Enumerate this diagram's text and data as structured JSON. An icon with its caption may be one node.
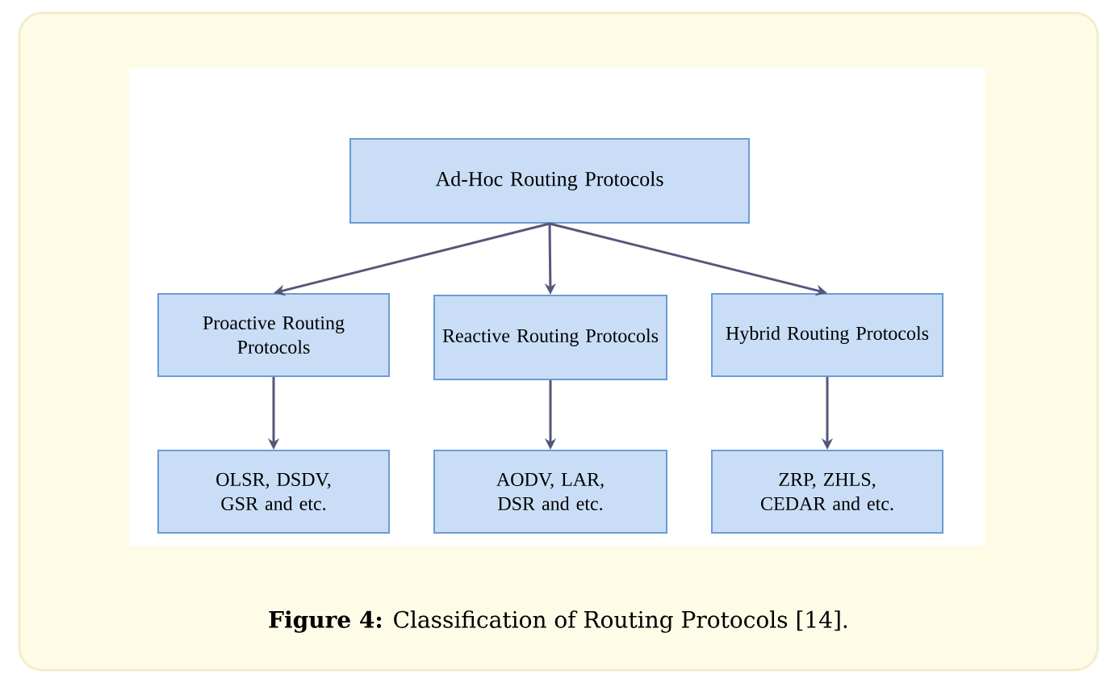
{
  "diagram": {
    "caption": "**Figure 4:** Classification of Routing Protocols [14].",
    "nodes": [
      {
        "text": [
          "Ad-Hoc Routing Protocols"
        ]
      },
      {
        "text": [
          "Proactive Routing Protocols"
        ]
      },
      {
        "text": [
          "Reactive Routing Protocols"
        ]
      },
      {
        "text": [
          "Hybrid Routing Protocols"
        ]
      },
      {
        "text": [
          "OLSR, DSDV, GSR and etc."
        ]
      },
      {
        "text": [
          "AODV, LAR, DSR and etc."
        ]
      },
      {
        "text": [
          "ZRP, ZHLS, CEDAR and etc."
        ]
      }
    ],
    "edges": [
      {
        "from": 0,
        "to": 1,
        "arrow": "to"
      },
      {
        "from": 0,
        "to": 2,
        "arrow": "to"
      },
      {
        "from": 0,
        "to": 3,
        "arrow": "to"
      },
      {
        "from": 1,
        "to": 4,
        "arrow": "to"
      },
      {
        "from": 2,
        "to": 5,
        "arrow": "to"
      },
      {
        "from": 3,
        "to": 6,
        "arrow": "to"
      }
    ]
  }
}
